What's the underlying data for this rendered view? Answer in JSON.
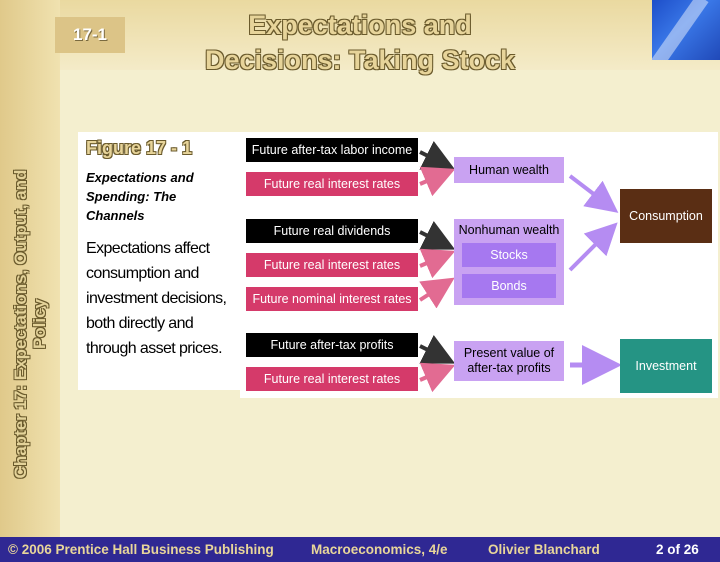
{
  "slide_number": "17-1",
  "title_line1": "Expectations and",
  "title_line2": "Decisions:  Taking Stock",
  "vertical_title_line1": "Chapter 17: Expectations, Output, and",
  "vertical_title_line2": "Policy",
  "figure": {
    "label": "Figure 17 - 1",
    "subtitle": "Expectations and Spending:  The Channels",
    "body": "Expectations affect consumption and investment decisions, both directly and through asset prices."
  },
  "diagram": {
    "inputs": {
      "labor_income": "Future after-tax labor income",
      "interest_1": "Future real interest rates",
      "dividends": "Future real dividends",
      "interest_2": "Future real interest rates",
      "nominal_rates": "Future nominal interest rates",
      "profits": "Future after-tax profits",
      "interest_3": "Future real interest rates"
    },
    "human_wealth": "Human wealth",
    "nonhuman_wealth": "Nonhuman wealth",
    "stocks": "Stocks",
    "bonds": "Bonds",
    "present_value_line1": "Present value of",
    "present_value_line2": "after-tax profits",
    "consumption": "Consumption",
    "investment": "Investment"
  },
  "colors": {
    "black_box": "#000000",
    "pink_box": "#d53a6a",
    "lavender_box": "#c9a2f2",
    "purple_box": "#a678f0",
    "consumption": "#5a2e14",
    "investment": "#259484",
    "footer_bg": "#2f2893"
  },
  "footer": {
    "copyright": "© 2006 Prentice Hall Business Publishing",
    "book": "Macroeconomics, 4/e",
    "author": "Olivier Blanchard",
    "page": "2 of 26"
  }
}
